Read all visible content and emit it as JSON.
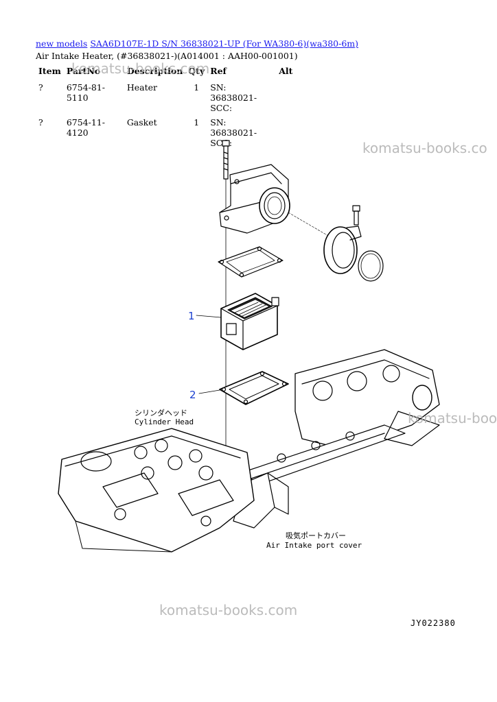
{
  "breadcrumb": {
    "link1": "new models",
    "link2": "SAA6D107E-1D S/N 36838021-UP (For WA380-6)(wa380-6m)"
  },
  "subtitle": "Air Intake Heater, (#36838021-)(A014001 : AAH00-001001)",
  "table": {
    "headers": [
      "Item",
      "PartNo",
      "Description",
      "Qty",
      "Ref",
      "Alt"
    ],
    "rows": [
      {
        "item": "?",
        "part_no": "6754-81-5110",
        "description": "Heater",
        "qty": "1",
        "ref": "SN: 36838021-SCC:",
        "alt": ""
      },
      {
        "item": "?",
        "part_no": "6754-11-4120",
        "description": "Gasket",
        "qty": "1",
        "ref": "SN: 36838021-SCC:",
        "alt": ""
      }
    ]
  },
  "diagram": {
    "callouts": [
      "1",
      "2"
    ],
    "label_cylinder_head_jp": "シリンダヘッド",
    "label_cylinder_head": "Cylinder Head",
    "label_intake_cover_jp": "吸気ポートカバー",
    "label_intake_cover": "Air Intake port cover",
    "figure_code": "JY022380"
  },
  "watermarks": [
    "komatsu-books.com",
    "komatsu-books.co",
    "komatsu-boo",
    "komatsu-books.com"
  ]
}
